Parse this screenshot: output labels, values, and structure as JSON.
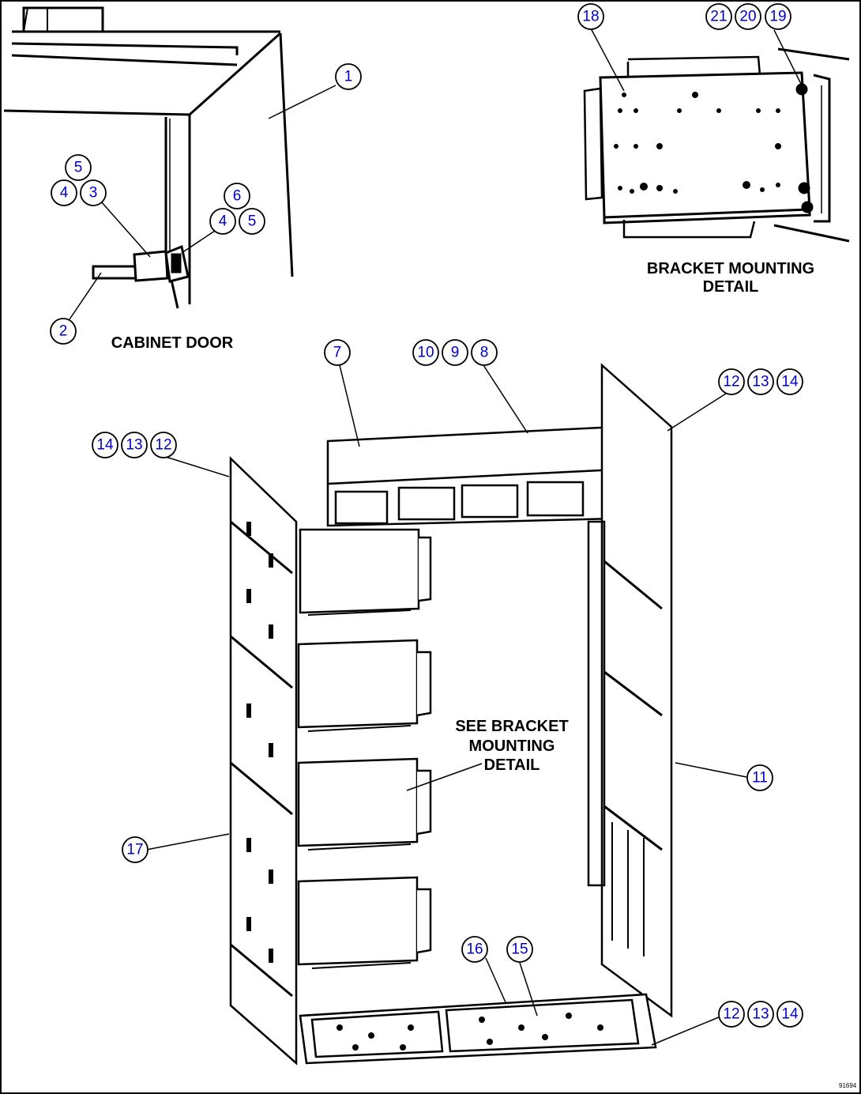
{
  "captions": {
    "cabinet_door": "CABINET DOOR",
    "bracket_detail_line1": "BRACKET MOUNTING",
    "bracket_detail_line2": "DETAIL",
    "see_detail_line1": "SEE BRACKET",
    "see_detail_line2": "MOUNTING",
    "see_detail_line3": "DETAIL"
  },
  "figure_id": "91694",
  "callouts": {
    "c1": "1",
    "c2": "2",
    "c3": "3",
    "c4a": "4",
    "c5a": "5",
    "c6": "6",
    "c4b": "4",
    "c5b": "5",
    "c7": "7",
    "c8": "8",
    "c9": "9",
    "c10": "10",
    "c11": "11",
    "c12a": "12",
    "c13a": "13",
    "c14a": "14",
    "c12b": "12",
    "c13b": "13",
    "c14b": "14",
    "c12c": "12",
    "c13c": "13",
    "c14c": "14",
    "c15": "15",
    "c16": "16",
    "c17": "17",
    "c18": "18",
    "c19": "19",
    "c20": "20",
    "c21": "21"
  },
  "colors": {
    "callout": "#0000cc",
    "line": "#000000",
    "background": "#ffffff"
  }
}
